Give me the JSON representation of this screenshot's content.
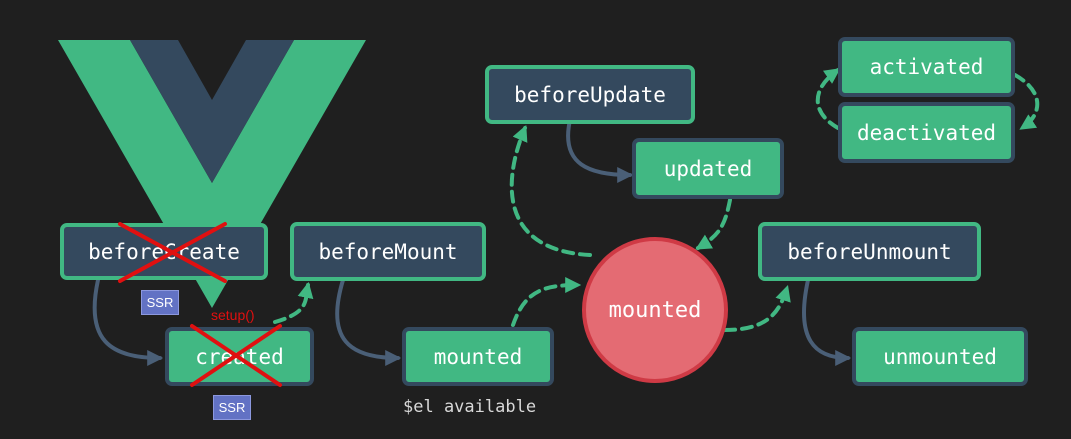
{
  "nodes": {
    "before_create": "beforeCreate",
    "created": "created",
    "before_mount": "beforeMount",
    "mounted_box": "mounted",
    "mounted_circle": "mounted",
    "before_update": "beforeUpdate",
    "updated": "updated",
    "before_unmount": "beforeUnmount",
    "unmounted": "unmounted",
    "activated": "activated",
    "deactivated": "deactivated"
  },
  "badges": {
    "ssr_1": "SSR",
    "ssr_2": "SSR"
  },
  "notes": {
    "setup": "setup()",
    "el_available": "$el available"
  },
  "colors": {
    "background": "#1f1f1f",
    "vue_green": "#41b883",
    "vue_slate": "#34495e",
    "mounted_red": "#e46b73",
    "ssr_badge": "#6272c4",
    "arrow_solid": "#4a5f77",
    "arrow_dashed": "#41b883",
    "cross_red": "#e01010"
  },
  "icons": {
    "logo": "vue-logo",
    "cross": "strike-cross"
  }
}
